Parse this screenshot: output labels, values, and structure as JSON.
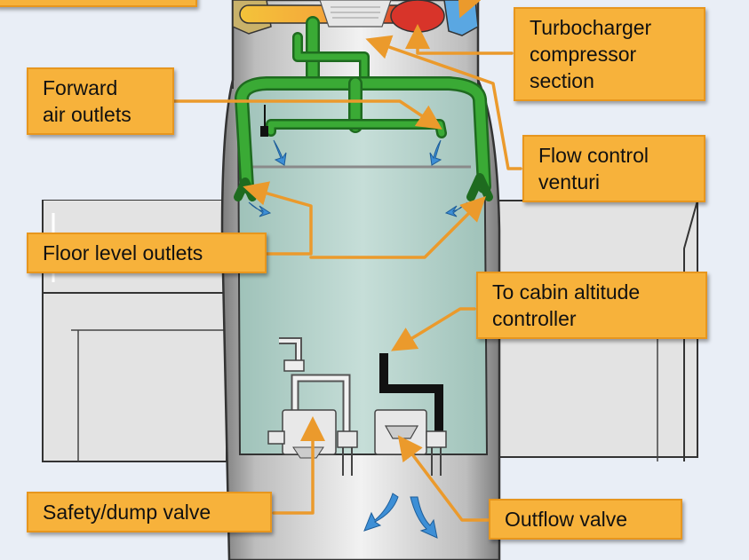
{
  "labels": {
    "turbocharger": [
      "Turbocharger",
      "compressor",
      "section"
    ],
    "forward_outlets": [
      "Forward",
      "air outlets"
    ],
    "flow_control": [
      "Flow control",
      "venturi"
    ],
    "floor_outlets": [
      "Floor level outlets"
    ],
    "cabin_altitude": [
      "To cabin altitude",
      "controller"
    ],
    "safety_valve": [
      "Safety/dump valve"
    ],
    "outflow_valve": [
      "Outflow valve"
    ]
  },
  "colors": {
    "callout_fill": "#f7b23b",
    "leader_line": "#eb9a2c",
    "air_duct": "#3aaa35",
    "cabin_air": "#b9d6cf",
    "airflow_arrow": "#3d8fd6",
    "valve_body": "#e8e8e8"
  }
}
